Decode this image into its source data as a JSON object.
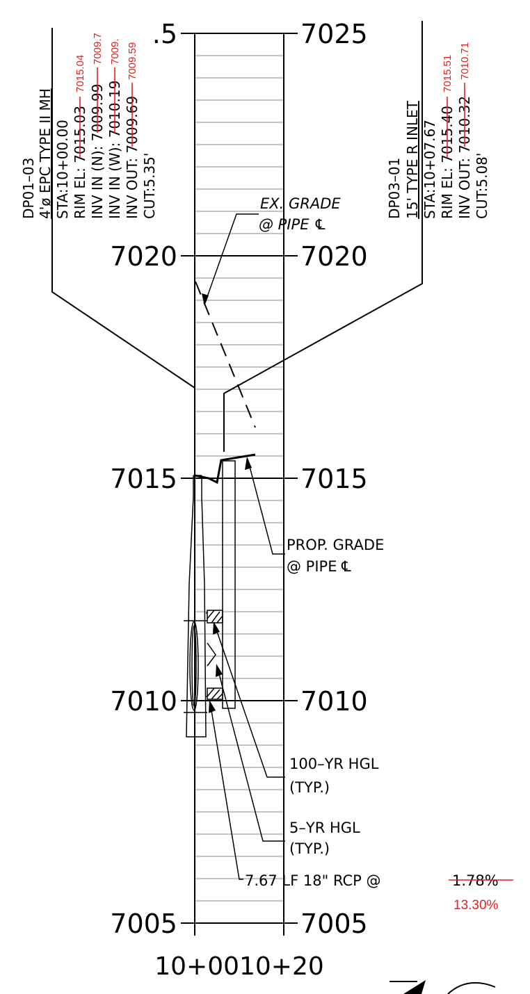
{
  "profile": {
    "elevations": [
      {
        "value": 7025,
        "left": ".5",
        "right": "7025"
      },
      {
        "value": 7020,
        "left": "7020",
        "right": "7020"
      },
      {
        "value": 7015,
        "left": "7015",
        "right": "7015"
      },
      {
        "value": 7010,
        "left": "7010",
        "right": "7010"
      },
      {
        "value": 7005,
        "left": "7005",
        "right": "7005"
      }
    ],
    "stations": "10+0010+20"
  },
  "structure_left": {
    "title": "DP01–03",
    "type": "4'ø EPC TYPE II MH",
    "sta": "STA:10+00.00",
    "rim_prefix": "RIM EL:",
    "rim_old": "7015.03",
    "rim_new": "7015.04",
    "inv_n_prefix": "INV IN (N):",
    "inv_n_old": "7009.99",
    "inv_n_new": "7009.7",
    "inv_w_prefix": "INV IN (W):",
    "inv_w_old": "7010.19",
    "inv_w_new": "7009.",
    "inv_out_prefix": "INV OUT:",
    "inv_out_old": "7009.69",
    "inv_out_new": "7009.59",
    "cut": "CUT:5.35'"
  },
  "structure_right": {
    "title": "DP03–01",
    "type": "15' TYPE R INLET",
    "sta": "STA:10+07.67",
    "rim_prefix": "RIM EL:",
    "rim_old": "7015.40",
    "rim_new": "7015.51",
    "inv_out_prefix": "INV OUT:",
    "inv_out_old": "7010.32",
    "inv_out_new": "7010.71",
    "cut": "CUT:5.08'"
  },
  "callouts": {
    "ex_grade_1": "EX. GRADE",
    "ex_grade_2": "@ PIPE ℄",
    "prop_grade_1": "PROP. GRADE",
    "prop_grade_2": "@ PIPE ℄",
    "hgl100_1": "100–YR HGL",
    "hgl100_2": "(TYP.)",
    "hgl5_1": "5–YR HGL",
    "hgl5_2": "(TYP.)",
    "pipe_label": "7.67 LF 18\" RCP @",
    "pipe_slope_old": "1.78%",
    "pipe_slope_new": "13.30%"
  }
}
